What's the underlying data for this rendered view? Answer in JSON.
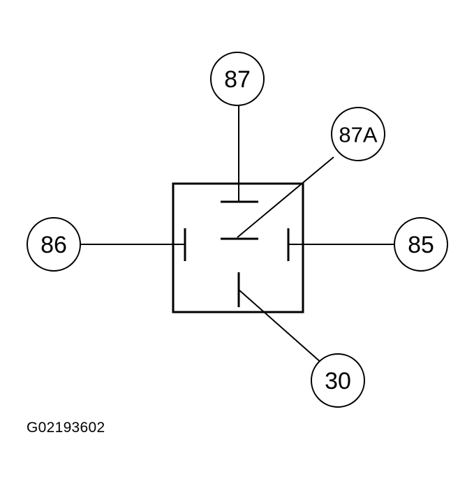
{
  "diagram": {
    "terminals": {
      "t87": "87",
      "t87a": "87A",
      "t86": "86",
      "t85": "85",
      "t30": "30"
    },
    "figure_id": "G02193602",
    "colors": {
      "ink": "#000000",
      "background": "#ffffff"
    }
  }
}
